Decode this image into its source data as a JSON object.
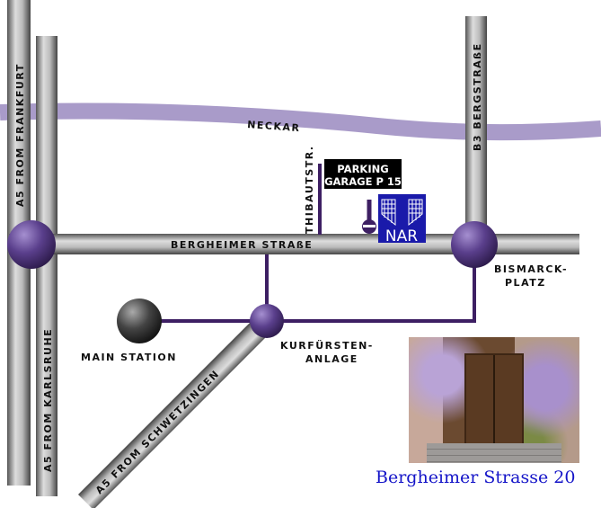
{
  "labels": {
    "river": "NECKAR",
    "a5_frankfurt": "A5 FROM FRANKFURT",
    "a5_karlsruhe": "A5 FROM KARLSRUHE",
    "a5_schwetzingen": "A5 FROM SCHWETZINGEN",
    "b3": "B3 BERGSTRAßE",
    "bergheimer": "BERGHEIMER STRAßE",
    "thibautstr": "THIBAUTSTR.",
    "bismarck_1": "BISMARCK-",
    "bismarck_2": "PLATZ",
    "main_station": "MAIN STATION",
    "kurfuersten_1": "KURFÜRSTEN-",
    "kurfuersten_2": "ANLAGE",
    "parking_1": "PARKING",
    "parking_2": "GARAGE P 15",
    "logo": "NAR"
  },
  "caption": "Bergheimer Strasse 20",
  "colors": {
    "river": "#a99bc9",
    "route": "#3d1f63",
    "node": "#5a3f8c",
    "logo": "#1a1aaa",
    "caption": "#1414c8"
  }
}
